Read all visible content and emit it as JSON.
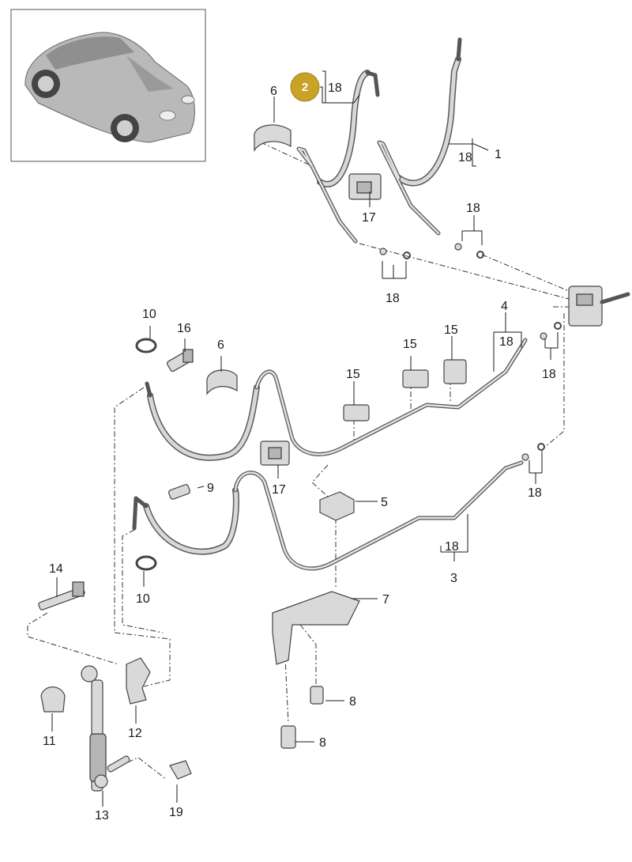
{
  "highlight": {
    "color": "#c9a227",
    "number": "2"
  },
  "vehicle_thumbnail": {
    "icon": "car-icon"
  },
  "callouts": {
    "n1": "1",
    "n2_18": "18",
    "n3": "3",
    "n3_18": "18",
    "n4": "4",
    "n4_18": "18",
    "n5": "5",
    "n6_top": "6",
    "n6_mid": "6",
    "n7": "7",
    "n8_a": "8",
    "n8_b": "8",
    "n9": "9",
    "n10_top": "10",
    "n10_bottom": "10",
    "n11": "11",
    "n12": "12",
    "n13": "13",
    "n14": "14",
    "n15_a": "15",
    "n15_b": "15",
    "n15_c": "15",
    "n16": "16",
    "n17_top": "17",
    "n17_mid": "17",
    "n18_top_right": "18",
    "n18_top_left": "18",
    "n18_mid_right": "18",
    "n18_lower_right": "18",
    "n1_18": "18",
    "n19": "19"
  }
}
